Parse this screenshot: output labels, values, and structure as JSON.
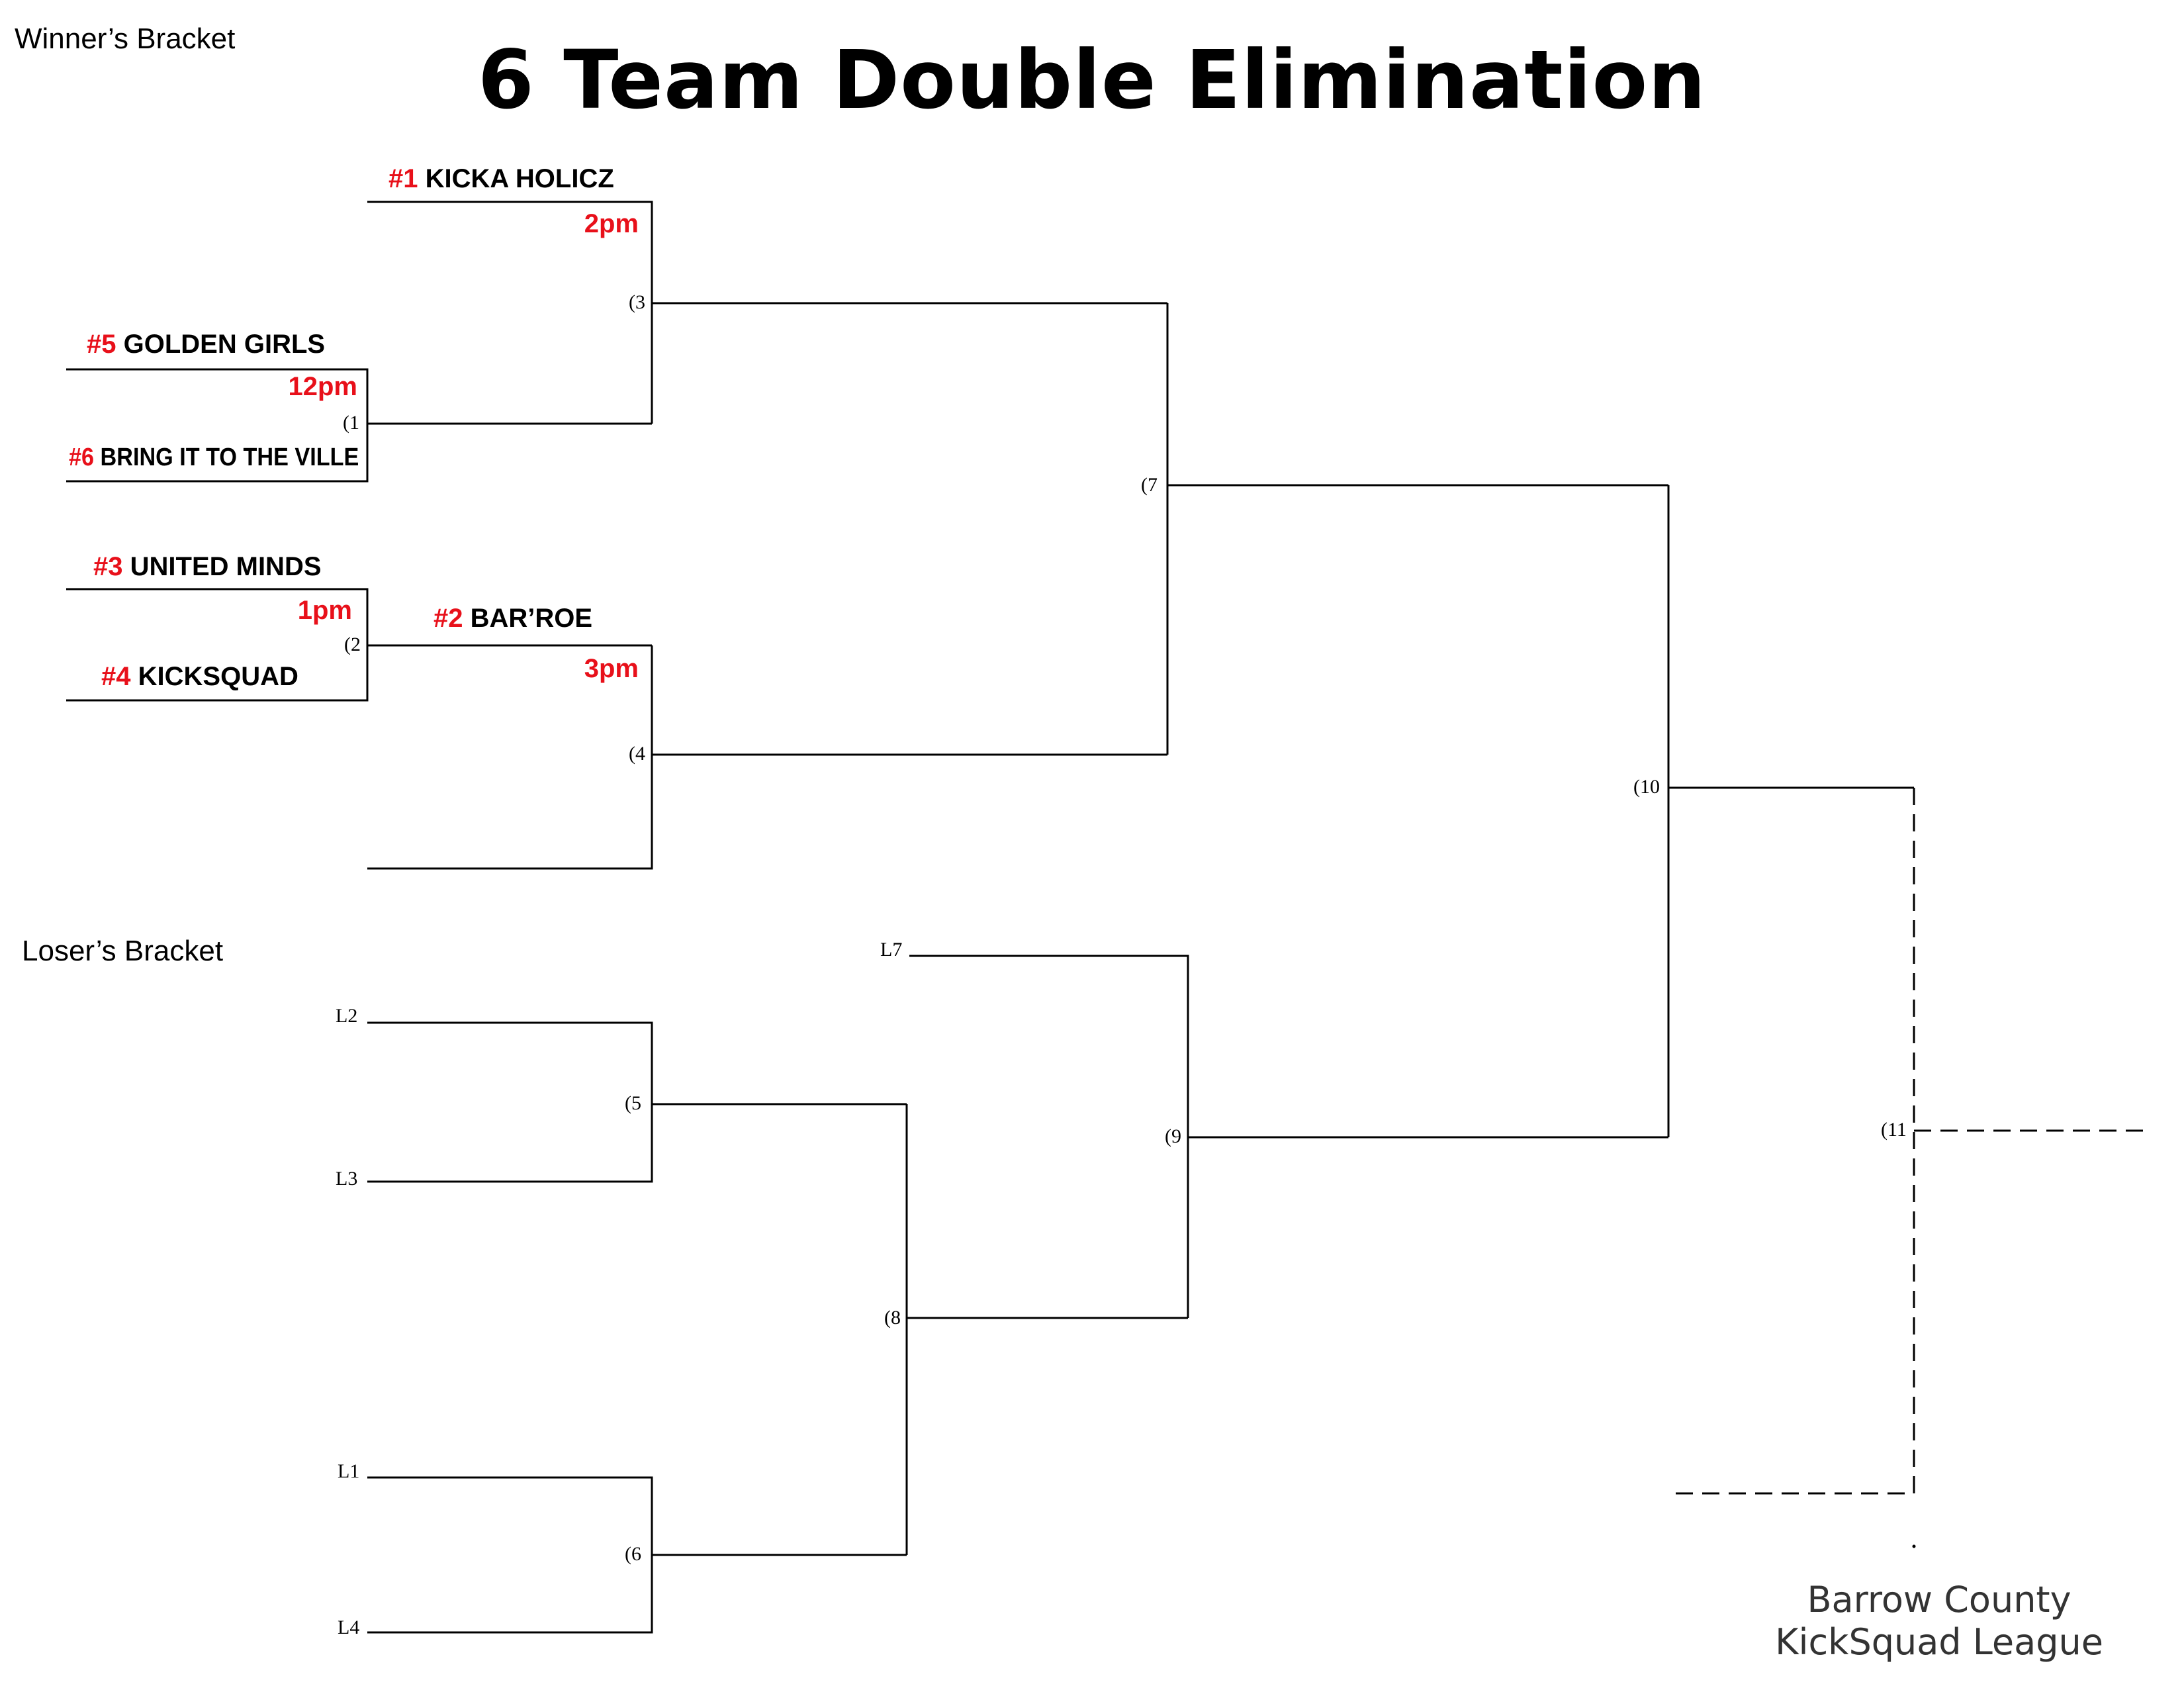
{
  "title": "6 Team Double Elimination",
  "winners_label": "Winner’s Bracket",
  "losers_label": "Loser’s Bracket",
  "league": [
    "Barrow County",
    "KickSquad League"
  ],
  "teams": {
    "t1": {
      "seed": "#1",
      "name": "KICKA HOLICZ"
    },
    "t5": {
      "seed": "#5",
      "name": "GOLDEN GIRLS"
    },
    "t6": {
      "seed": "#6",
      "name": "BRING IT TO THE VILLE"
    },
    "t3": {
      "seed": "#3",
      "name": "UNITED MINDS"
    },
    "t4": {
      "seed": "#4",
      "name": "KICKSQUAD"
    },
    "t2": {
      "seed": "#2",
      "name": "BAR’ROE"
    }
  },
  "times": {
    "g1": "12pm",
    "g2": "1pm",
    "g3": "2pm",
    "g4": "3pm"
  },
  "games": {
    "g1": "(1",
    "g2": "(2",
    "g3": "(3",
    "g4": "(4",
    "g5": "(5",
    "g6": "(6",
    "g7": "(7",
    "g8": "(8",
    "g9": "(9",
    "g10": "(10",
    "g11": "(11"
  },
  "losers": {
    "l1": "L1",
    "l2": "L2",
    "l3": "L3",
    "l4": "L4",
    "l7": "L7"
  },
  "colors": {
    "seed": "#e8101a",
    "time": "#e8101a",
    "line": "#000000"
  }
}
